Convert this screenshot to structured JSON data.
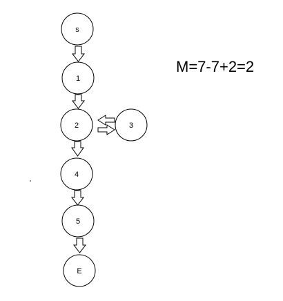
{
  "nodes": {
    "s": {
      "label": "s"
    },
    "n1": {
      "label": "1"
    },
    "n2": {
      "label": "2"
    },
    "n3": {
      "label": "3"
    },
    "n4": {
      "label": "4"
    },
    "n5": {
      "label": "5"
    },
    "e": {
      "label": "E"
    }
  },
  "edges": [
    {
      "from": "s",
      "to": "1"
    },
    {
      "from": "1",
      "to": "2"
    },
    {
      "from": "3",
      "to": "2"
    },
    {
      "from": "2",
      "to": "3"
    },
    {
      "from": "2",
      "to": "4"
    },
    {
      "from": "4",
      "to": "5"
    },
    {
      "from": "5",
      "to": "E"
    }
  ],
  "formula": {
    "text": "M=7-7+2=2"
  }
}
